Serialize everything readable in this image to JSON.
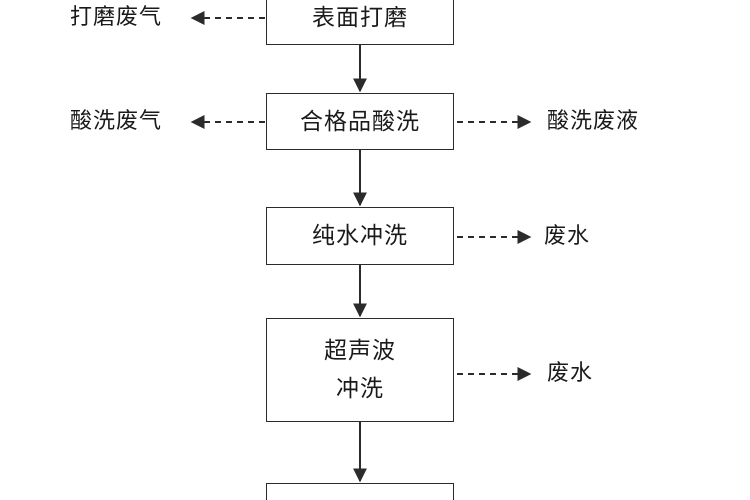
{
  "steps": [
    {
      "label": "表面打磨"
    },
    {
      "label": "合格品酸洗"
    },
    {
      "label": "纯水冲洗"
    },
    {
      "label_line1": "超声波",
      "label_line2": "冲洗"
    },
    {
      "label": ""
    }
  ],
  "outputs": {
    "grinding_exhaust": "打磨废气",
    "pickling_exhaust": "酸洗废气",
    "pickling_waste_liquid": "酸洗废液",
    "rinse_waste_water": "废水",
    "ultrasonic_waste_water": "废水"
  },
  "colors": {
    "line": "#2b2b2b",
    "text": "#1a1a1a"
  }
}
